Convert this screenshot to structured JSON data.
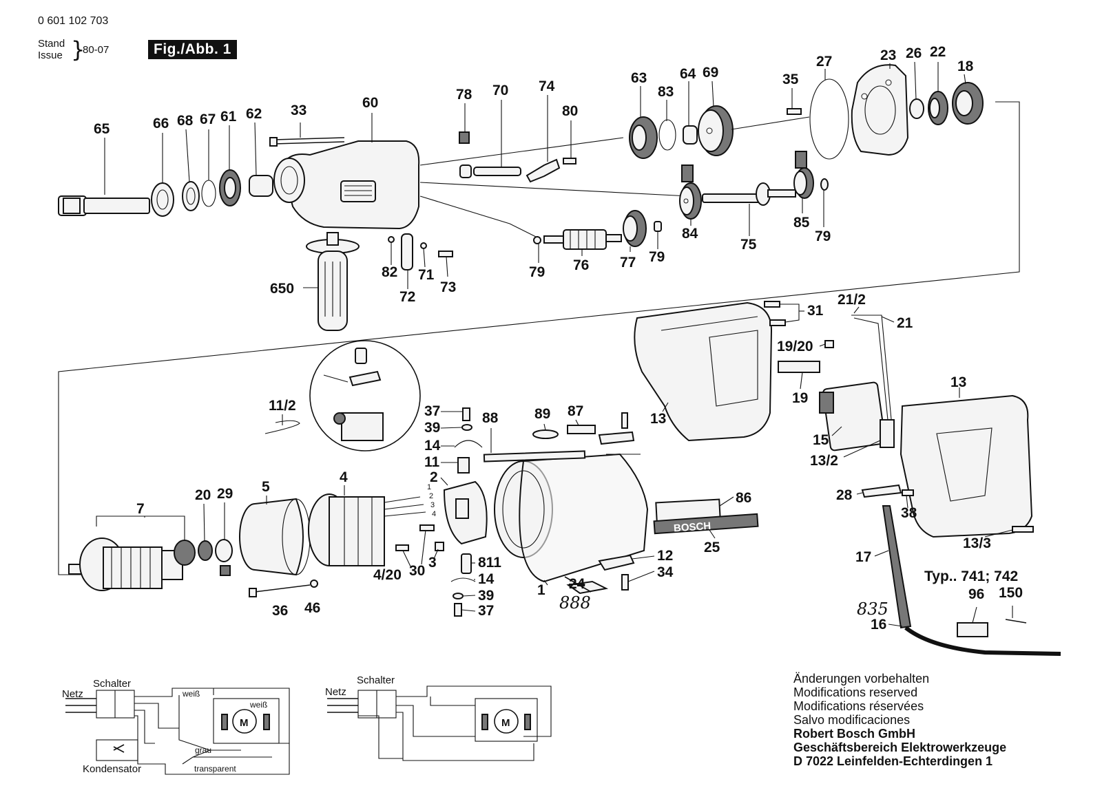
{
  "header": {
    "part_number": "0 601 102 703",
    "stand_label": "Stand",
    "issue_label": "Issue",
    "date": "80-07",
    "figure_label": "Fig./Abb. 1"
  },
  "callouts_upper": {
    "c65": "65",
    "c66": "66",
    "c68": "68",
    "c67": "67",
    "c61": "61",
    "c62": "62",
    "c33": "33",
    "c60": "60",
    "c650": "650",
    "c82": "82",
    "c71": "71",
    "c72": "72",
    "c73": "73",
    "c78": "78",
    "c70": "70",
    "c74": "74",
    "c80": "80",
    "c79a": "79",
    "c76": "76",
    "c77": "77",
    "c79b": "79",
    "c63": "63",
    "c83": "83",
    "c64": "64",
    "c69": "69",
    "c84": "84",
    "c75": "75",
    "c85": "85",
    "c79c": "79",
    "c35": "35",
    "c27": "27",
    "c23": "23",
    "c26": "26",
    "c22": "22",
    "c18": "18"
  },
  "callouts_lower": {
    "c11_2": "11/2",
    "c7": "7",
    "c20": "20",
    "c29": "29",
    "c5": "5",
    "c4": "4",
    "c36": "36",
    "c46": "46",
    "c37a": "37",
    "c39a": "39",
    "c14a": "14",
    "c11": "11",
    "c2": "2",
    "c4_20": "4/20",
    "c30": "30",
    "c3": "3",
    "c811": "811",
    "c14b": "14",
    "c39b": "39",
    "c37b": "37",
    "c88": "88",
    "c89": "89",
    "c87": "87",
    "c1": "1",
    "c24": "24",
    "c888": "888",
    "c12": "12",
    "c34": "34",
    "c86": "86",
    "c25": "25",
    "c13a": "13",
    "c31": "31",
    "c21_2": "21/2",
    "c21": "21",
    "c19_20": "19/20",
    "c19": "19",
    "c15": "15",
    "c13_2": "13/2",
    "c13b": "13",
    "c28": "28",
    "c38": "38",
    "c13_3": "13/3",
    "c17": "17",
    "c835": "835",
    "c16": "16",
    "c96": "96",
    "c150": "150",
    "typ": "Typ.. 741; 742",
    "brand": "BOSCH",
    "term1": "1",
    "term2": "2",
    "term3": "3",
    "term4": "4"
  },
  "wiring_left": {
    "netz": "Netz",
    "schalter": "Schalter",
    "kondensator": "Kondensator",
    "weiss_top": "weiß",
    "weiss_right": "weiß",
    "grau": "grau",
    "transparent": "transparent",
    "motor": "M"
  },
  "wiring_right": {
    "netz": "Netz",
    "schalter": "Schalter",
    "motor": "M"
  },
  "notes": {
    "line1": "Änderungen vorbehalten",
    "line2": "Modifications reserved",
    "line3": "Modifications réservées",
    "line4": "Salvo modificaciones",
    "company": "Robert Bosch GmbH",
    "division": "Geschäftsbereich Elektrowerkzeuge",
    "address": "D 7022 Leinfelden-Echterdingen 1"
  }
}
